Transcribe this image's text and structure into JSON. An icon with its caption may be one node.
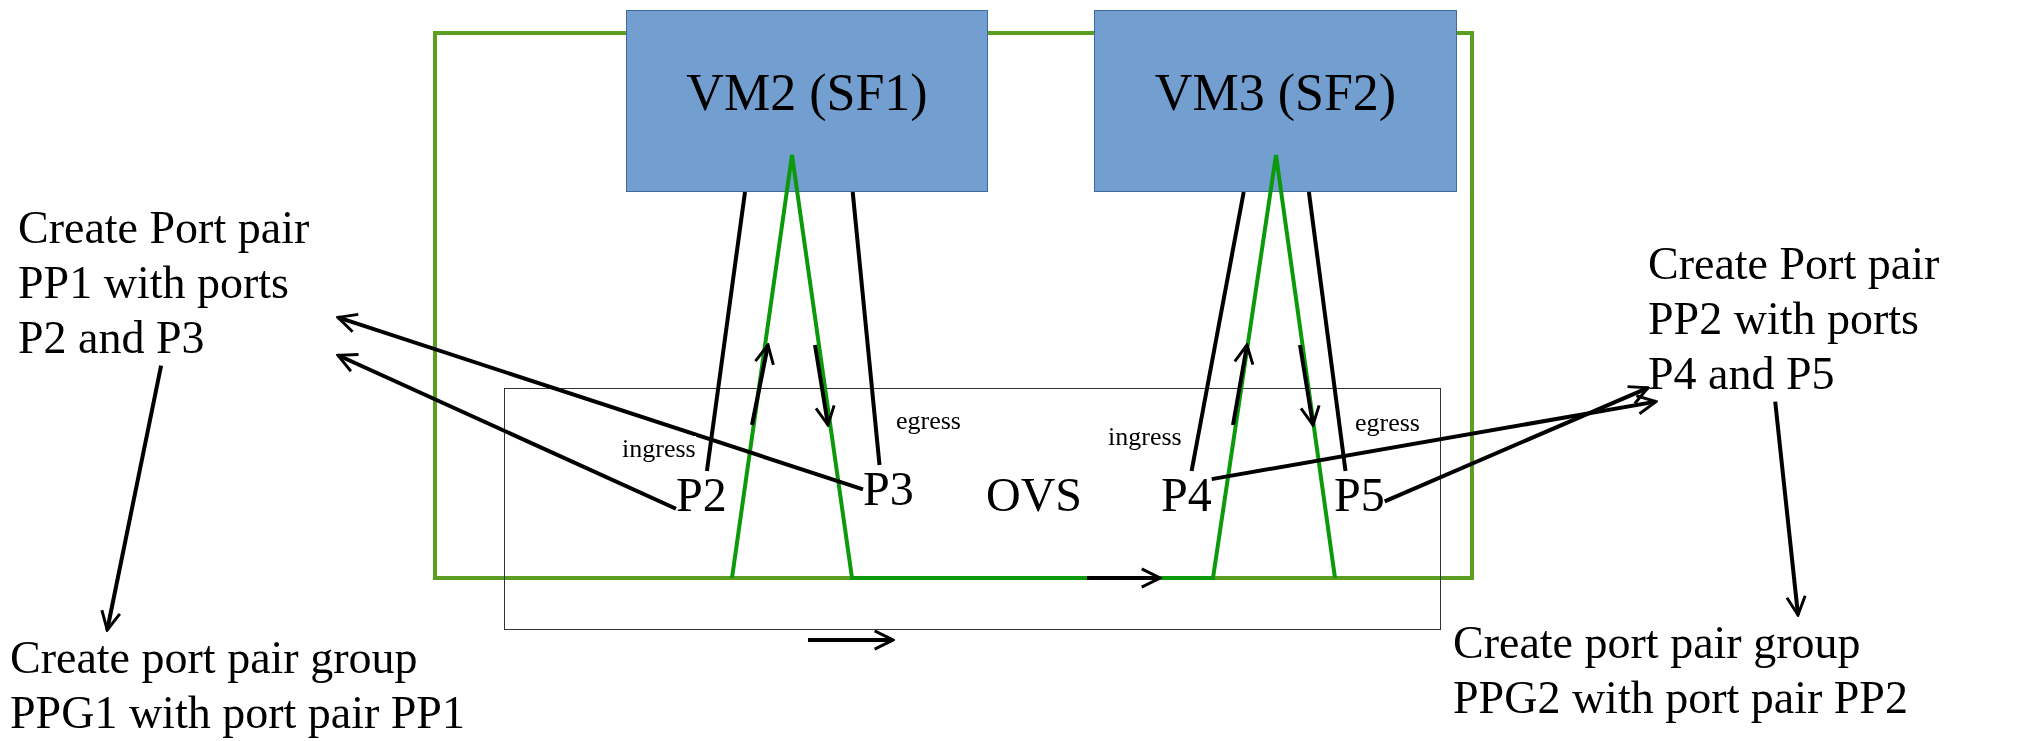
{
  "diagram": {
    "nodes": [
      {
        "text": [
          "VM2 (SF1)"
        ]
      },
      {
        "text": [
          "VM3 (SF2)"
        ]
      },
      {
        "text": [
          "OVS"
        ]
      },
      {
        "text": [
          "P2"
        ],
        "in": 2
      },
      {
        "text": [
          "P3"
        ],
        "in": 2
      },
      {
        "text": [
          "P4"
        ],
        "in": 2
      },
      {
        "text": [
          "P5"
        ],
        "in": 2
      },
      {
        "text": [
          "Create Port pair PP1 with ports P2 and P3"
        ]
      },
      {
        "text": [
          "Create port pair group PPG1 with port pair PP1"
        ]
      },
      {
        "text": [
          "Create Port pair PP2 with ports P4 and P5"
        ]
      },
      {
        "text": [
          "Create port pair group PPG2 with port pair PP2"
        ]
      }
    ],
    "edges": [
      {
        "from": 0,
        "to": 3,
        "arrow": "none",
        "label": "ingress"
      },
      {
        "from": 0,
        "to": 4,
        "arrow": "none",
        "label": "egress"
      },
      {
        "from": 1,
        "to": 5,
        "arrow": "none",
        "label": "ingress"
      },
      {
        "from": 1,
        "to": 6,
        "arrow": "none",
        "label": "egress"
      },
      {
        "from": 4,
        "to": 7,
        "arrow": "to"
      },
      {
        "from": 3,
        "to": 7,
        "arrow": "to"
      },
      {
        "from": 7,
        "to": 8,
        "arrow": "to"
      },
      {
        "from": 5,
        "to": 9,
        "arrow": "to"
      },
      {
        "from": 6,
        "to": 9,
        "arrow": "to"
      },
      {
        "from": 9,
        "to": 10,
        "arrow": "to"
      }
    ]
  }
}
